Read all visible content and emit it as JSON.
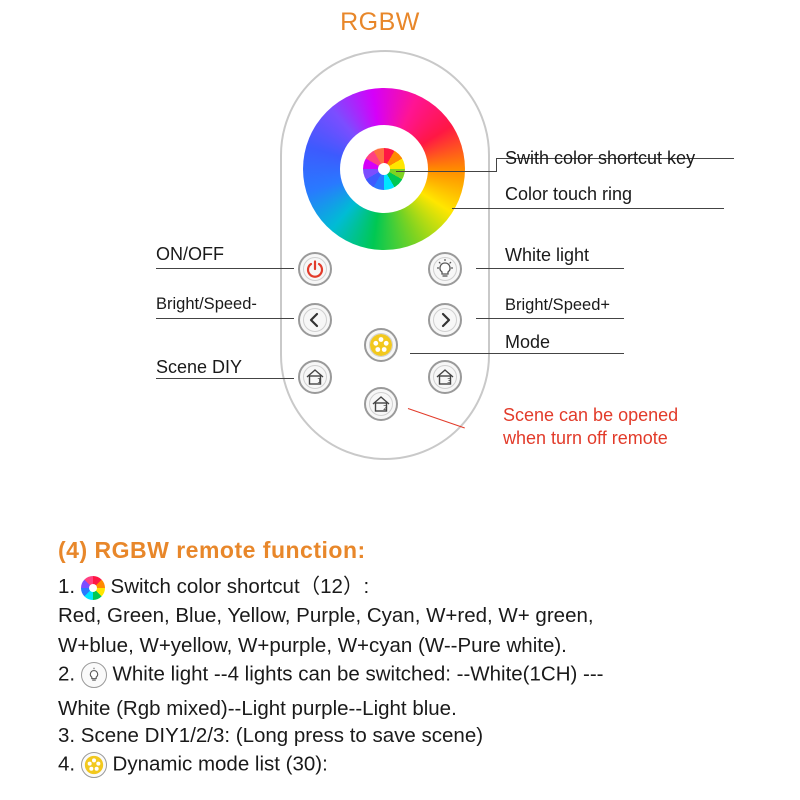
{
  "header": {
    "title": "RGBW"
  },
  "remote": {
    "callouts": {
      "switch_color_key": "Swith color shortcut key",
      "color_touch_ring": "Color touch ring",
      "on_off": "ON/OFF",
      "white_light": "White light",
      "bright_speed_minus": "Bright/Speed-",
      "bright_speed_plus": "Bright/Speed+",
      "mode": "Mode",
      "scene_diy": "Scene DIY",
      "scene_note_line1": "Scene can be opened",
      "scene_note_line2": "when turn off remote"
    },
    "button_marks": {
      "scene1": "1",
      "scene2": "2",
      "scene3": "3"
    }
  },
  "description": {
    "title": "(4) RGBW remote function:",
    "item1_prefix": "1.",
    "item1_text": "Switch color shortcut（12）:",
    "item1_line2": "Red, Green, Blue, Yellow, Purple, Cyan, W+red, W+ green,",
    "item1_line3": "W+blue, W+yellow, W+purple, W+cyan (W--Pure white).",
    "item2_prefix": "2.",
    "item2_text": "White light --4 lights can be switched: --White(1CH)  ---",
    "item2_line2": "White (Rgb mixed)--Light purple--Light blue.",
    "item3": "3. Scene DIY1/2/3: (Long press to save  scene)",
    "item4_prefix": "4.",
    "item4_text": "Dynamic mode list (30):"
  },
  "colors": {
    "accent_orange": "#e8872a",
    "power_red": "#e23b2a",
    "note_red": "#e23b2a",
    "mode_yellow": "#f2c81e"
  },
  "icons": {
    "power": "power-icon",
    "bulb": "bulb-icon",
    "left": "chevron-left-icon",
    "right": "chevron-right-icon",
    "mode": "mode-icon",
    "scene": "house-icon"
  }
}
